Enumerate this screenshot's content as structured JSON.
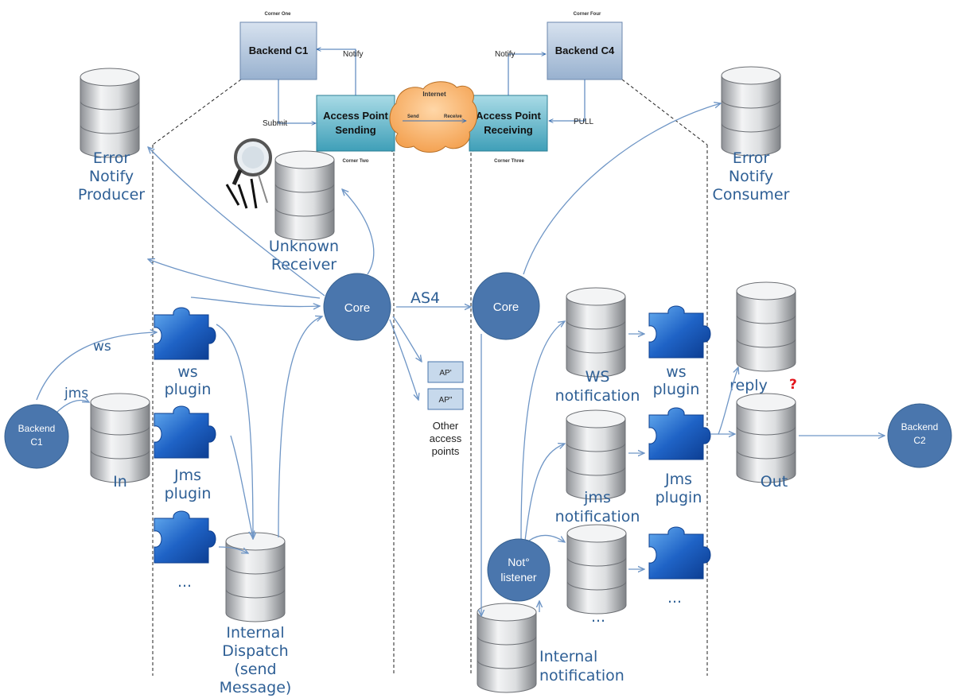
{
  "corners": {
    "one": "Corner One",
    "two": "Corner Two",
    "three": "Corner Three",
    "four": "Corner Four"
  },
  "boxes": {
    "backend_c1": "Backend C1",
    "backend_c4": "Backend C4",
    "ap_sending": [
      "Access Point",
      "Sending"
    ],
    "ap_receiving": [
      "Access Point",
      "Receiving"
    ]
  },
  "flows": {
    "notify_left": "Notify",
    "notify_right": "Notify",
    "submit": "Submit",
    "pull": "PULL",
    "internet": "Internet",
    "send": "Send",
    "receive": "Receive",
    "as4": "AS4"
  },
  "databases": {
    "error_producer": [
      "Error",
      "Notify",
      "Producer"
    ],
    "error_consumer": [
      "Error",
      "Notify",
      "Consumer"
    ],
    "unknown_receiver": [
      "Unknown",
      "Receiver"
    ],
    "in": "In",
    "internal_dispatch": [
      "Internal",
      "Dispatch",
      "(send",
      "Message)"
    ],
    "ws_notification": [
      "WS",
      "notification"
    ],
    "jms_notification": [
      "jms",
      "notification"
    ],
    "ellipsis_db": "...",
    "internal_notification": [
      "Internal",
      "notification"
    ],
    "reply": "reply",
    "reply_mark": "?",
    "out": "Out"
  },
  "plugins": {
    "ws_left": [
      "ws",
      "plugin"
    ],
    "jms_left": [
      "Jms",
      "plugin"
    ],
    "ellipsis_left": "...",
    "ws_right": [
      "ws",
      "plugin"
    ],
    "jms_right": [
      "Jms",
      "plugin"
    ],
    "ellipsis_right": "..."
  },
  "nodes": {
    "backend_c1": [
      "Backend",
      "C1"
    ],
    "backend_c2": [
      "Backend",
      "C2"
    ],
    "core_left": "Core",
    "core_right": "Core",
    "listener": [
      "Not°",
      "listener"
    ]
  },
  "channels": {
    "ws": "ws",
    "jms": "jms"
  },
  "other_aps": {
    "ap1": "AP'",
    "ap2": "AP\"",
    "caption": [
      "Other",
      "access",
      "points"
    ]
  },
  "colors": {
    "label": "#2e5f95",
    "node": "#4a76ad",
    "box": "#b8cbe1",
    "ap_box": "#64b4c9",
    "cloud": "#f6ad62",
    "plugin": "#2d73c9",
    "reply_mark": "#e3141b"
  }
}
